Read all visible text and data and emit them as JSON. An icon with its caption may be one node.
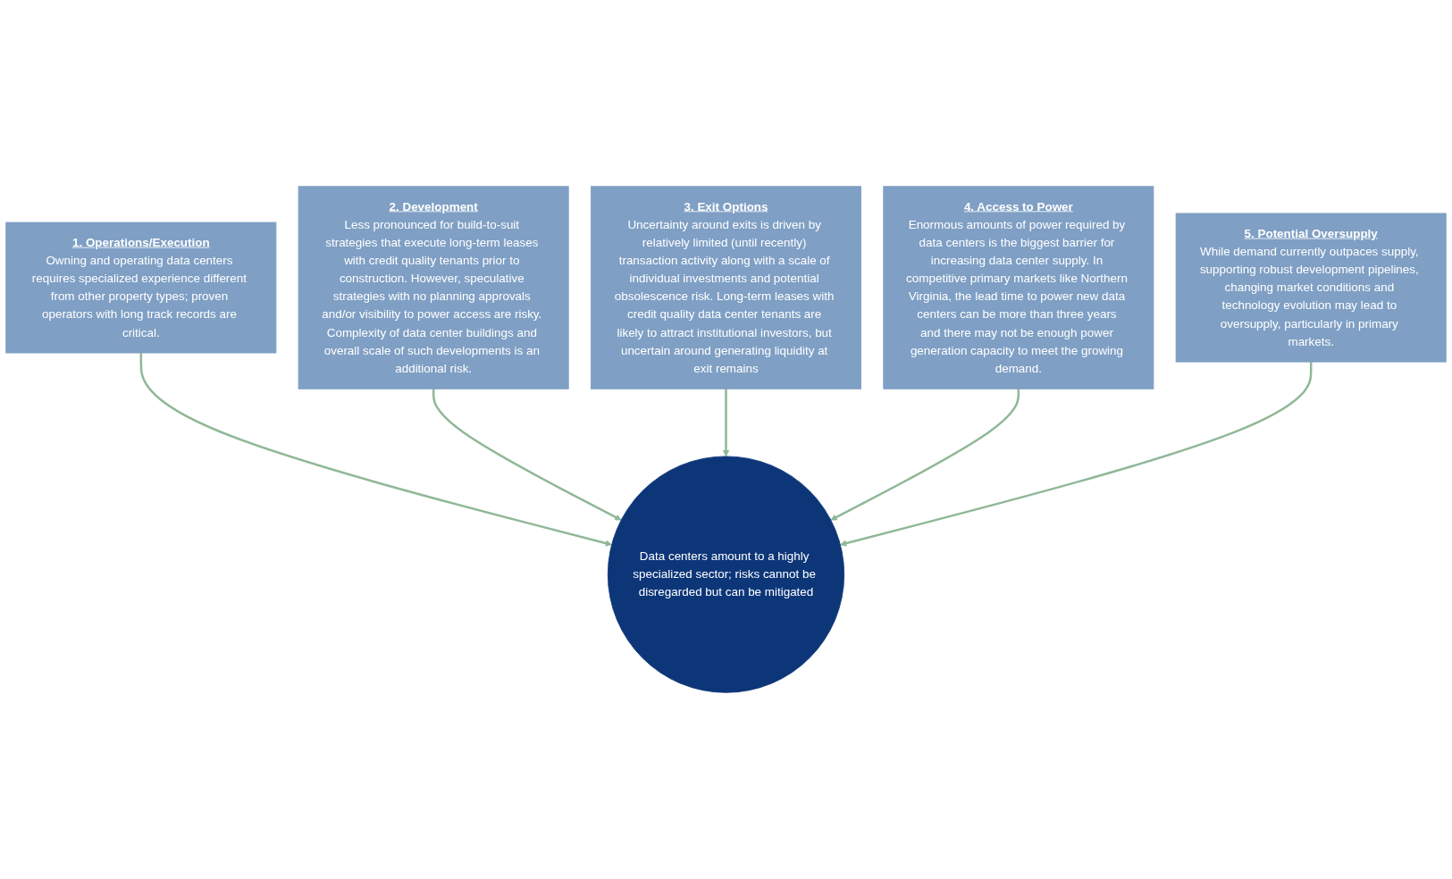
{
  "diagram": {
    "nodes": [
      {
        "text": [
          "1. Operations/Execution",
          "Owning and operating data centers requires specialized experience different from other property types; proven operators with long track records are critical."
        ]
      },
      {
        "text": [
          "2. Development",
          "Less pronounced for build-to-suit strategies that execute long-term leases with credit quality tenants prior to construction. However, speculative strategies with no planning approvals and/or visibility to power access are risky. Complexity of data center buildings and overall scale of such developments is an additional risk."
        ]
      },
      {
        "text": [
          "3. Exit Options",
          "Uncertainty around exits is driven by relatively limited (until recently) transaction activity along with a scale of individual investments and potential obsolescence risk. Long-term leases with credit quality data center tenants are likely to attract institutional investors, but uncertain around generating liquidity at exit remains"
        ]
      },
      {
        "text": [
          "4. Access to Power",
          "Enormous amounts of power required by data centers is the biggest barrier for increasing data center supply. In competitive primary markets like Northern Virginia, the lead time to power new data centers can be more than three years and there may not be enough power generation capacity to meet the growing demand."
        ]
      },
      {
        "text": [
          "5. Potential Oversupply",
          "While demand currently outpaces supply, supporting robust development pipelines, changing market conditions and technology evolution may lead to oversupply, particularly in primary markets."
        ]
      },
      {
        "text": [
          "Data centers amount to a highly specialized sector; risks cannot be disregarded but can be mitigated"
        ]
      }
    ],
    "edges": [
      {
        "from": 0,
        "to": 5,
        "arrow": "to"
      },
      {
        "from": 1,
        "to": 5,
        "arrow": "to"
      },
      {
        "from": 2,
        "to": 5,
        "arrow": "to"
      },
      {
        "from": 3,
        "to": 5,
        "arrow": "to"
      },
      {
        "from": 4,
        "to": 5,
        "arrow": "to"
      }
    ]
  }
}
